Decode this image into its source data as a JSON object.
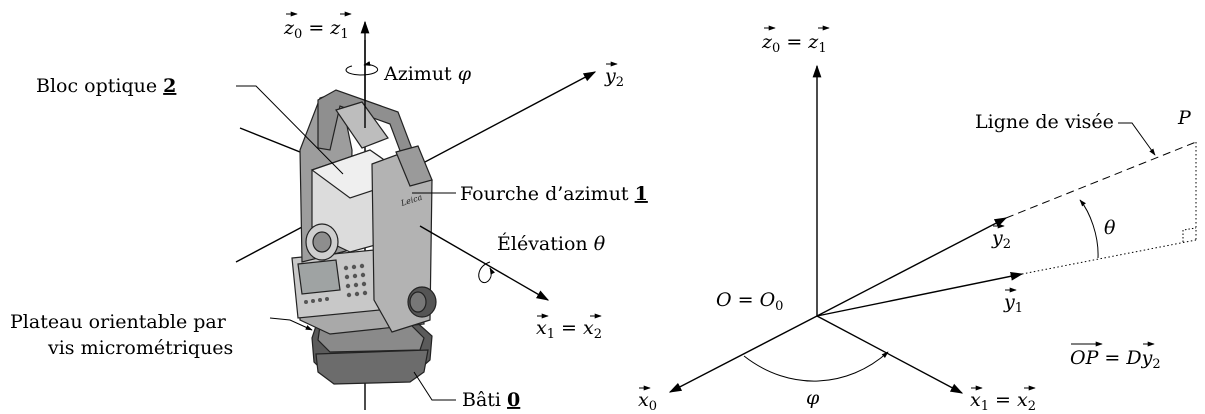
{
  "left": {
    "z_axis": {
      "a": "z",
      "sub_a": "0",
      "eq": " = ",
      "b": "z",
      "sub_b": "1"
    },
    "azimut": {
      "text": "Azimut ",
      "sym": "φ"
    },
    "y2": {
      "a": "y",
      "sub": "2"
    },
    "bloc_optique": {
      "text": "Bloc optique ",
      "num": "2"
    },
    "fourche": {
      "text": "Fourche d’azimut ",
      "num": "1"
    },
    "elevation": {
      "text": "Élévation ",
      "sym": "θ"
    },
    "x12": {
      "a": "x",
      "sub_a": "1",
      "eq": " = ",
      "b": "x",
      "sub_b": "2"
    },
    "plateau": {
      "line1": "Plateau orientable par",
      "line2": "vis micrométriques"
    },
    "bati": {
      "text": "Bâti ",
      "num": "0"
    },
    "brand": "Leica"
  },
  "right": {
    "z_axis": {
      "a": "z",
      "sub_a": "0",
      "eq": " = ",
      "b": "z",
      "sub_b": "1"
    },
    "ligne_visee": "Ligne de visée",
    "P": "P",
    "y2": {
      "a": "y",
      "sub": "2"
    },
    "y1": {
      "a": "y",
      "sub": "1"
    },
    "theta": "θ",
    "O": {
      "a": "O",
      "eq": " = ",
      "b": "O",
      "sub": "0"
    },
    "x0": {
      "a": "x",
      "sub": "0"
    },
    "phi": "φ",
    "x12": {
      "a": "x",
      "sub_a": "1",
      "eq": " = ",
      "b": "x",
      "sub_b": "2"
    },
    "OP": {
      "a": "OP",
      "eq": " = ",
      "b": "D",
      "c": "y",
      "sub": "2"
    }
  }
}
